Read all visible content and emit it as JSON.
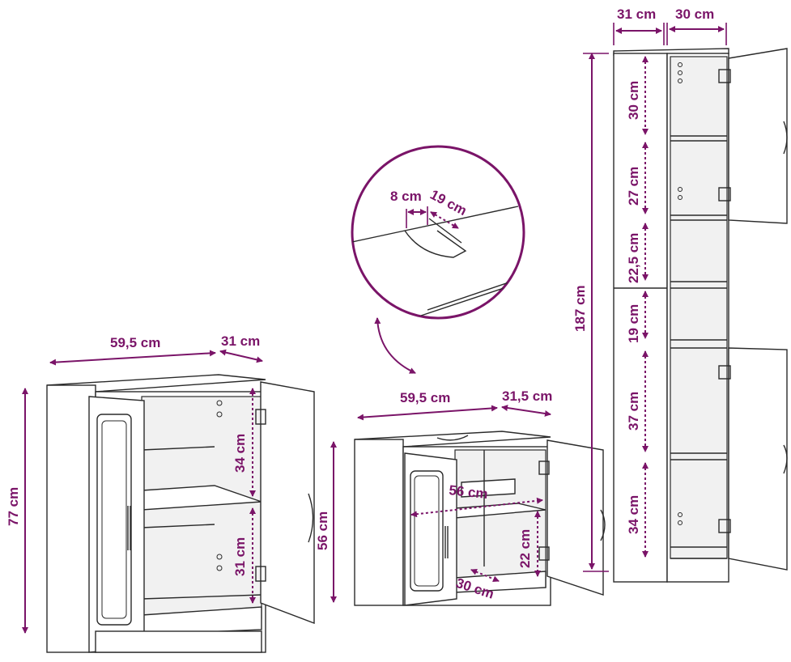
{
  "colors": {
    "dimension": "#7a1468",
    "line": "#2a2a2a",
    "background": "#ffffff"
  },
  "cabinet_left": {
    "width": "59,5 cm",
    "depth": "31 cm",
    "height": "77 cm",
    "shelf_upper": "34 cm",
    "shelf_lower": "31 cm"
  },
  "sink_cabinet": {
    "width": "59,5 cm",
    "depth": "31,5 cm",
    "height": "56 cm",
    "inner_width": "56 cm",
    "inner_height": "22 cm",
    "inner_depth": "30 cm"
  },
  "detail_zoom": {
    "cutout_a": "8 cm",
    "cutout_b": "19 cm"
  },
  "tall_cabinet": {
    "depth": "31 cm",
    "width": "30 cm",
    "height": "187 cm",
    "shelves": [
      "30 cm",
      "27 cm",
      "22,5 cm",
      "19 cm",
      "37 cm",
      "34 cm"
    ]
  }
}
